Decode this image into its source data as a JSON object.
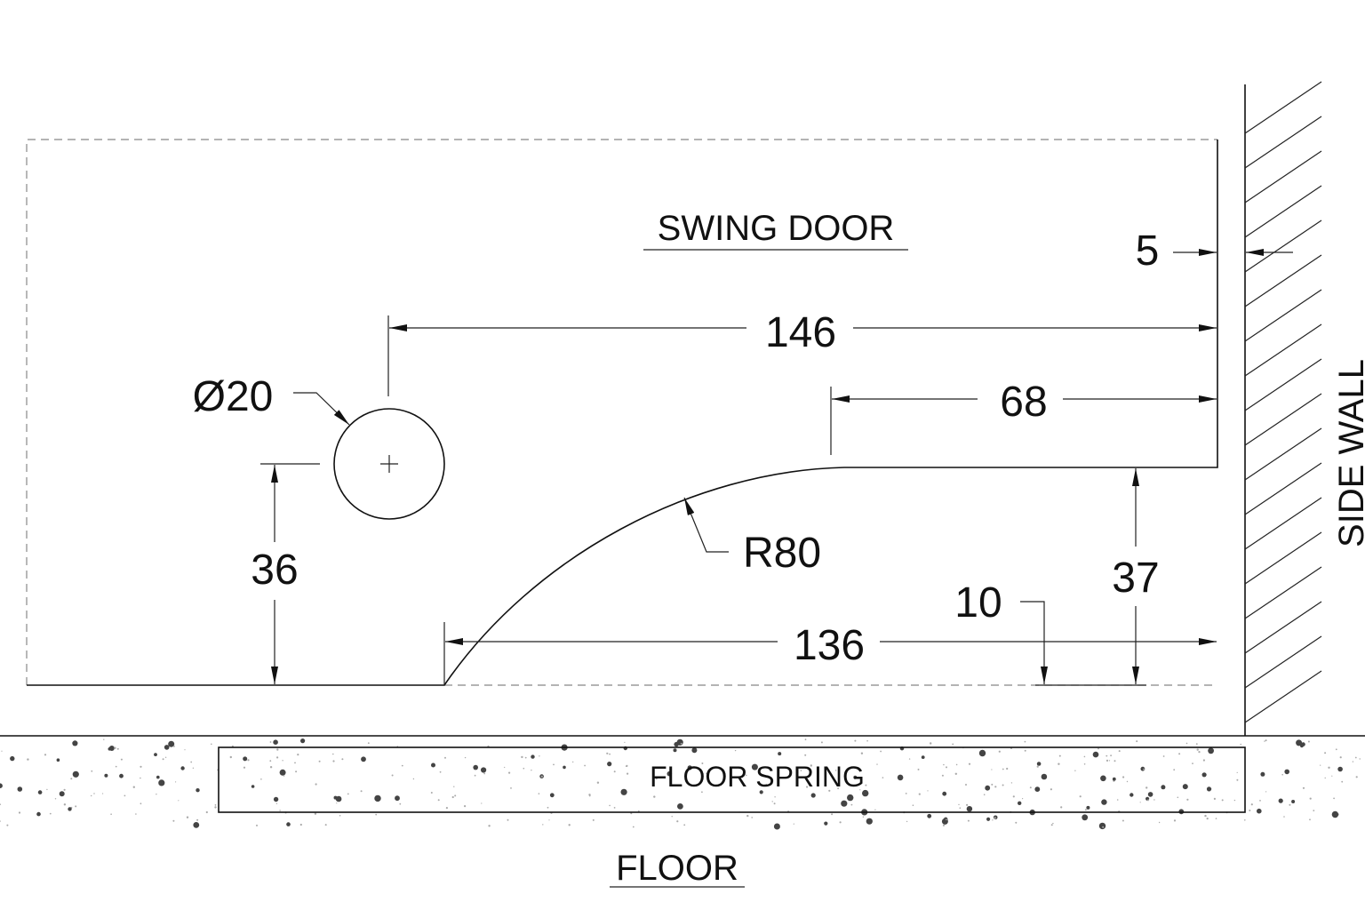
{
  "labels": {
    "swing_door": "SWING DOOR",
    "side_wall": "SIDE WALL",
    "floor_spring": "FLOOR SPRING",
    "floor": "FLOOR"
  },
  "dimensions": {
    "wall_gap": "5",
    "pivot_to_edge": "146",
    "notch_length": "68",
    "pivot_diameter": "Ø20",
    "pivot_height": "36",
    "radius": "R80",
    "notch_height": "37",
    "floor_gap": "10",
    "base_length": "136"
  },
  "colors": {
    "line": "#111111",
    "hidden_line": "#888888",
    "background": "#ffffff"
  }
}
